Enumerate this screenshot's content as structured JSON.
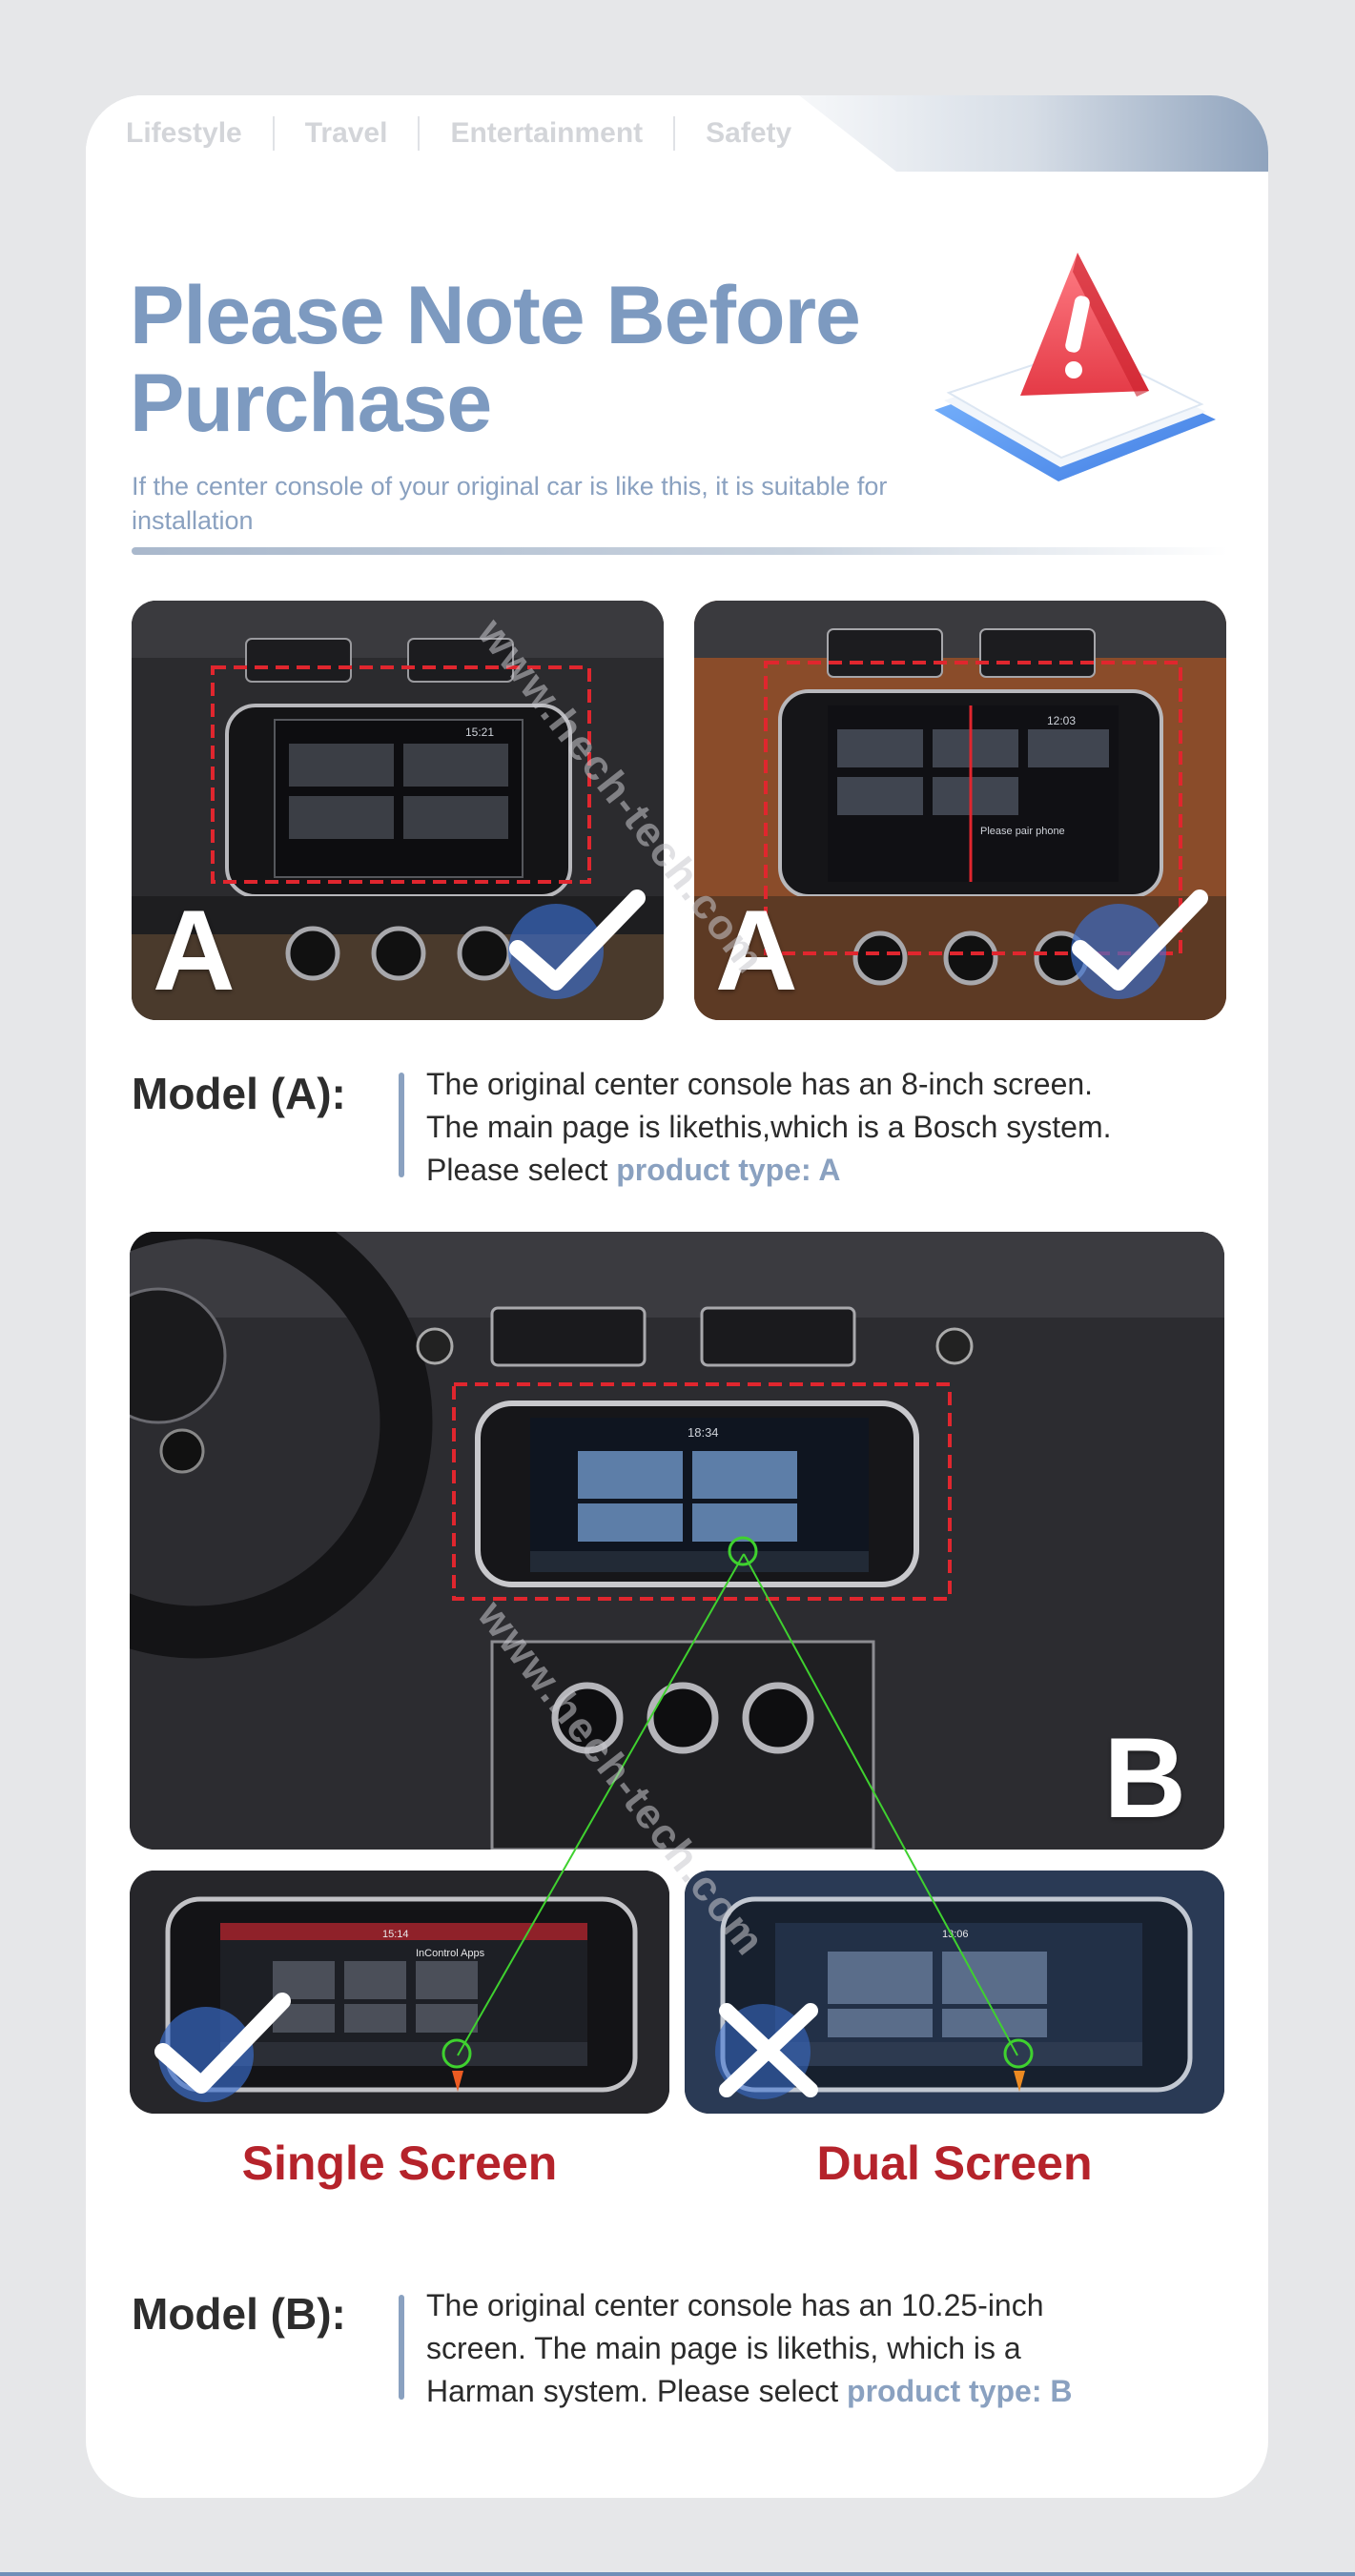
{
  "tabs": [
    "Lifestyle",
    "Travel",
    "Entertainment",
    "Safety"
  ],
  "header": {
    "title_line1": "Please Note Before",
    "title_line2": "Purchase",
    "subtitle": "If the center console of your original car is like this, it is suitable for installation"
  },
  "model_a": {
    "badge_left": "A",
    "badge_right": "A",
    "label": "Model (A):",
    "line1": "The original center console has an 8-inch screen.",
    "line2": "The main page is likethis,which is a Bosch system.",
    "line3_prefix": "Please select ",
    "line3_highlight": "product type: A",
    "screen_left_time": "15:21",
    "screen_right_time": "12:03",
    "screen_right_text": "Please pair phone"
  },
  "model_b": {
    "badge": "B",
    "label": "Model (B):",
    "line1": "The original center console has an 10.25-inch",
    "line2": "screen. The main page is likethis, which is a",
    "line3_prefix": "Harman system. Please select ",
    "line3_highlight": "product type: B",
    "screen_time": "18:34",
    "single_label": "Single Screen",
    "dual_label": "Dual Screen",
    "single_time": "15:14",
    "dual_time": "13:06",
    "single_app": "InControl Apps"
  },
  "watermark": "www.hech-tech.com",
  "colors": {
    "accent_blue": "#7d9ac0",
    "label_red": "#b5232b",
    "dash_red": "#e0262e",
    "link_green": "#3fd12f"
  }
}
